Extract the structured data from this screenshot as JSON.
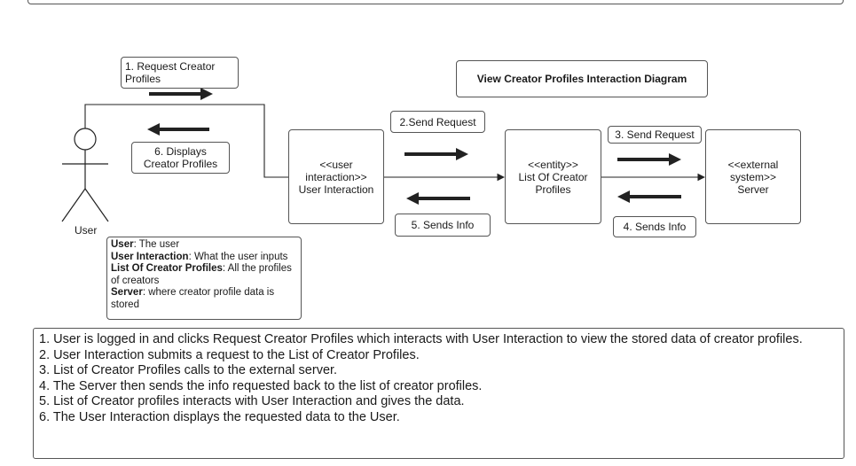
{
  "diagram": {
    "title": "View Creator Profiles Interaction Diagram",
    "actor": {
      "label": "User"
    },
    "nodes": {
      "user_interaction": "<<user\ninteraction>>\nUser Interaction",
      "list_of_creator_profiles": "<<entity>>\nList Of Creator\nProfiles",
      "server": "<<external\nsystem>>\nServer"
    },
    "messages": {
      "m1": "1. Request Creator\nProfiles",
      "m2": "2.Send Request",
      "m3": "3. Send Request",
      "m4": "4. Sends Info",
      "m5": "5. Sends Info",
      "m6": "6. Displays\nCreator Profiles"
    },
    "legend": [
      {
        "term": "User",
        "desc": ": The user"
      },
      {
        "term": "User Interaction",
        "desc": ": What the user inputs"
      },
      {
        "term": "List Of Creator Profiles",
        "desc": ": All the profiles of creators"
      },
      {
        "term": "Server",
        "desc": ": where creator profile data is stored"
      }
    ],
    "steps": [
      "1. User is logged in and clicks Request Creator Profiles which interacts with User Interaction to view the stored data of creator profiles.",
      "2. User Interaction submits a request to the List of Creator Profiles.",
      "3. List of Creator Profiles calls to the external server.",
      "4. The Server then sends the info requested back to the list of creator profiles.",
      "5. List of Creator profiles interacts with User Interaction and gives the data.",
      "6. The User Interaction displays the requested data to the User."
    ]
  }
}
